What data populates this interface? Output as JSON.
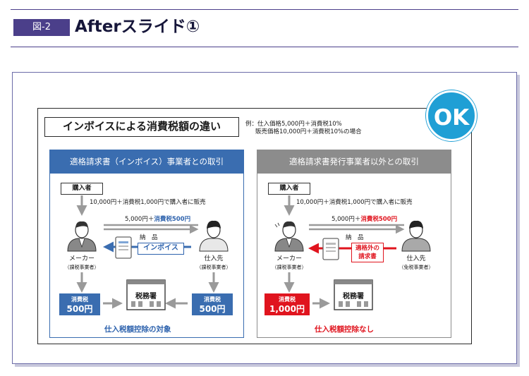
{
  "header": {
    "figure_label": "図-2",
    "title": "Afterスライド①"
  },
  "slide": {
    "title": "インボイスによる消費税額の違い",
    "badge": "OK",
    "note_line1": "例：仕入価格5,000円＋消費税10%",
    "note_line2": "販売価格10,000円＋消費税10%の場合"
  },
  "left_panel": {
    "heading": "適格請求書（インボイス）事業者との取引",
    "buyer": "購入者",
    "sale_note": "10,000円＋消費税1,000円で購入者に販売",
    "amount_prefix": "5,000円＋",
    "amount_tax": "消費税500円",
    "delivery": "納　品",
    "document_badge": "インボイス",
    "maker_name": "メーカー",
    "maker_sub": "（課税事業者）",
    "supplier_name": "仕入先",
    "supplier_sub": "（課税事業者）",
    "maker_tax_label": "消費税",
    "maker_tax_value": "500円",
    "supplier_tax_label": "消費税",
    "supplier_tax_value": "500円",
    "office": "税務署",
    "footer": "仕入税額控除の対象"
  },
  "right_panel": {
    "heading": "適格請求書発行事業者以外との取引",
    "buyer": "購入者",
    "sale_note": "10,000円＋消費税1,000円で購入者に販売",
    "amount_prefix": "5,000円＋",
    "amount_tax": "消費税500円",
    "delivery": "納　品",
    "document_badge_line1": "適格外の",
    "document_badge_line2": "請求書",
    "maker_name": "メーカー",
    "maker_sub": "（課税事業者）",
    "supplier_name": "仕入先",
    "supplier_sub": "（免税事業者）",
    "maker_tax_label": "消費税",
    "maker_tax_value": "1,000円",
    "office": "税務署",
    "footer": "仕入税額控除なし"
  },
  "colors": {
    "accent_purple": "#4b3f8a",
    "ok_blue": "#1f9fd5",
    "invoice_blue": "#3a6db0",
    "tax_red": "#e0141e",
    "neutral_gray": "#8c8c8c"
  }
}
